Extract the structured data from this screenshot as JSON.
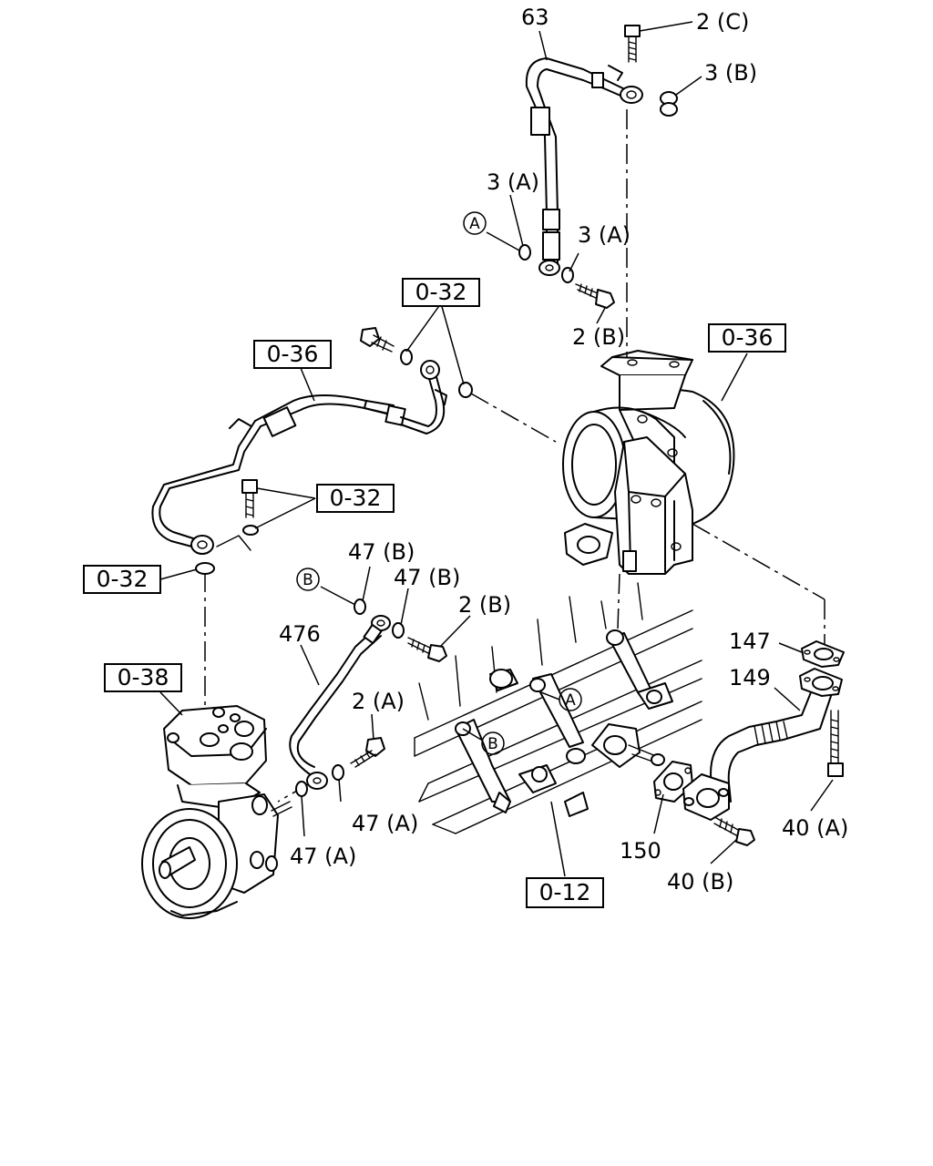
{
  "callouts": {
    "c63": "63",
    "c2C": "2 (C)",
    "c3B": "3 (B)",
    "c3A_1": "3 (A)",
    "c3A_2": "3 (A)",
    "c2B_1": "2 (B)",
    "c47B_1": "47 (B)",
    "c47B_2": "47 (B)",
    "c2B_2": "2 (B)",
    "c476": "476",
    "c2A": "2 (A)",
    "c47A_1": "47 (A)",
    "c47A_2": "47 (A)",
    "c147": "147",
    "c149": "149",
    "c150": "150",
    "c40A": "40 (A)",
    "c40B": "40 (B)"
  },
  "reference_boxes": {
    "r032_top": "0-32",
    "r036_left": "0-36",
    "r036_right": "0-36",
    "r032_mid": "0-32",
    "r032_left": "0-32",
    "r038": "0-38",
    "r012": "0-12"
  },
  "circle_markers": {
    "mA_top": "A",
    "mB_left": "B",
    "mA_engine": "A",
    "mB_engine": "B"
  }
}
